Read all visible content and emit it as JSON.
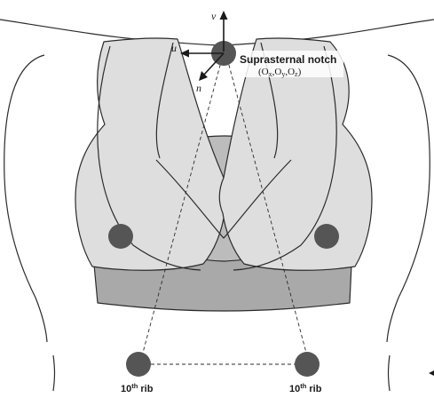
{
  "landmarks": {
    "suprasternal": {
      "title": "Suprasternal notch",
      "coords": {
        "open": "(",
        "o1": "O",
        "s1": "x",
        "sep1": ",",
        "o2": "O",
        "s2": "y",
        "sep2": ",",
        "o3": "O",
        "s3": "z",
        "close": ")"
      }
    },
    "rib_left": {
      "num": "10",
      "sup": "th",
      "word": " rib"
    },
    "rib_right": {
      "num": "10",
      "sup": "th",
      "word": " rib"
    }
  },
  "axes": {
    "v": "v",
    "u": "u",
    "n": "n"
  },
  "colors": {
    "bra_light": "#dedede",
    "bra_dark": "#a9a9a9",
    "center_panel": "#bcbcbc",
    "markers": "#555555",
    "outline": "#2b2b2b",
    "background": "#ffffff"
  }
}
